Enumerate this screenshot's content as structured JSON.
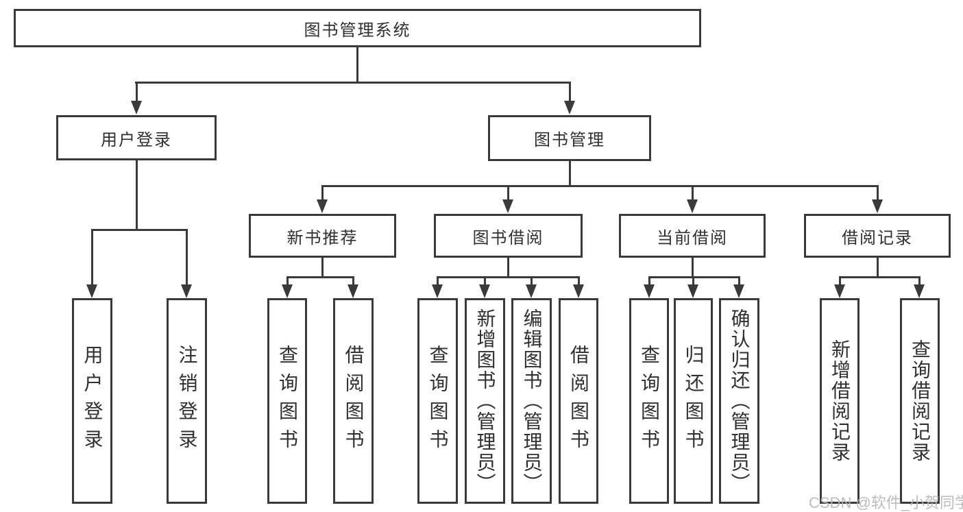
{
  "diagram": {
    "root": "图书管理系统",
    "branches": [
      {
        "label": "用户登录",
        "children": [
          {
            "label": "用户登录"
          },
          {
            "label": "注销登录"
          }
        ]
      },
      {
        "label": "图书管理",
        "children": [
          {
            "label": "新书推荐",
            "children": [
              {
                "label": "查询图书"
              },
              {
                "label": "借阅图书"
              }
            ]
          },
          {
            "label": "图书借阅",
            "children": [
              {
                "label": "查询图书"
              },
              {
                "label": "新增图书（管理员）"
              },
              {
                "label": "编辑图书（管理员）"
              },
              {
                "label": "借阅图书"
              }
            ]
          },
          {
            "label": "当前借阅",
            "children": [
              {
                "label": "查询图书"
              },
              {
                "label": "归还图书"
              },
              {
                "label": "确认归还（管理员）"
              }
            ]
          },
          {
            "label": "借阅记录",
            "children": [
              {
                "label": "新增借阅记录"
              },
              {
                "label": "查询借阅记录"
              }
            ]
          }
        ]
      }
    ]
  },
  "watermark": {
    "text": "CSDN @软件_小贺同学"
  },
  "colors": {
    "line": "#3a3a3a",
    "text": "#2f2f2f",
    "background": "#ffffff",
    "watermark": "#b4b4b4"
  }
}
